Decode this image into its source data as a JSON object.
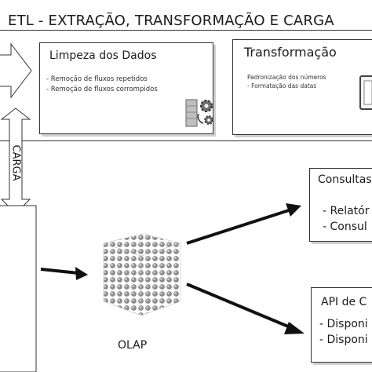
{
  "header": {
    "title": "ETL - EXTRAÇÃO, TRANSFORMAÇÃO E CARGA"
  },
  "cleaning": {
    "title": "Limpeza dos Dados",
    "items": [
      "- Remoção de fluxos repetidos",
      "- Remoção de fluxos corrompidos"
    ],
    "icon": "database-gears-icon"
  },
  "transform": {
    "title": "Transformação",
    "items": [
      "Padronização dos números",
      "- Formatação das datas"
    ],
    "icon": "document-icon"
  },
  "load": {
    "label": "CARGA"
  },
  "olap": {
    "label": "OLAP",
    "icon": "olap-cube-icon"
  },
  "queries": {
    "title": "Consultas",
    "items": [
      "- Relatór",
      "- Consul"
    ]
  },
  "api": {
    "title": "API de C",
    "items": [
      "- Disponi",
      "- Disponi"
    ]
  },
  "colors": {
    "line": "#111111",
    "box_border": "#333333",
    "shadow": "#cfcfcf",
    "cube": "#9a9a9a"
  }
}
